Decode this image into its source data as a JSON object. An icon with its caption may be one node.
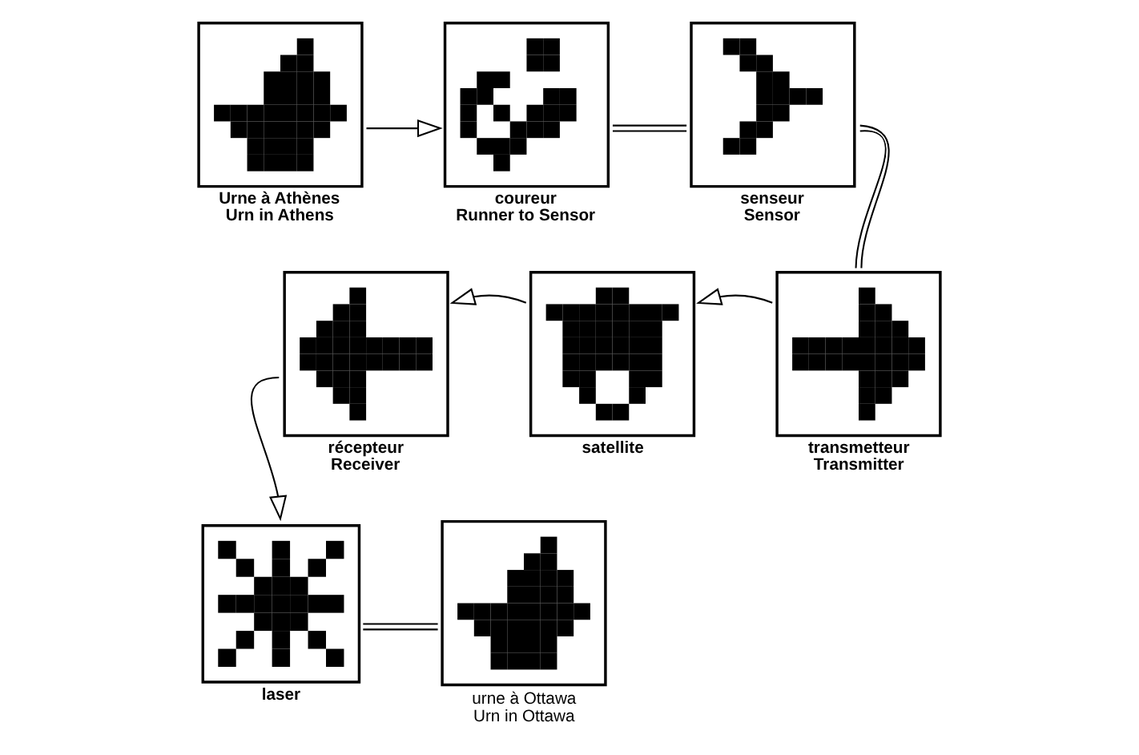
{
  "diagram": {
    "nodes": [
      {
        "text": [
          "Urne à Athènes",
          "Urn in Athens"
        ]
      },
      {
        "text": [
          "coureur",
          "Runner to Sensor"
        ]
      },
      {
        "text": [
          "senseur",
          "Sensor"
        ]
      },
      {
        "text": [
          "transmetteur",
          "Transmitter"
        ]
      },
      {
        "text": [
          "satellite"
        ]
      },
      {
        "text": [
          "récepteur",
          "Receiver"
        ]
      },
      {
        "text": [
          "laser"
        ]
      },
      {
        "text": [
          "urne à Ottawa",
          "Urn in Ottawa"
        ]
      }
    ],
    "edges": [
      {
        "from": 0,
        "to": 1,
        "arrow": "to"
      },
      {
        "from": 1,
        "to": 2,
        "arrow": "none"
      },
      {
        "from": 2,
        "to": 3,
        "arrow": "none"
      },
      {
        "from": 3,
        "to": 4,
        "arrow": "to"
      },
      {
        "from": 4,
        "to": 5,
        "arrow": "to"
      },
      {
        "from": 5,
        "to": 6,
        "arrow": "to"
      },
      {
        "from": 6,
        "to": 7,
        "arrow": "none"
      }
    ]
  }
}
